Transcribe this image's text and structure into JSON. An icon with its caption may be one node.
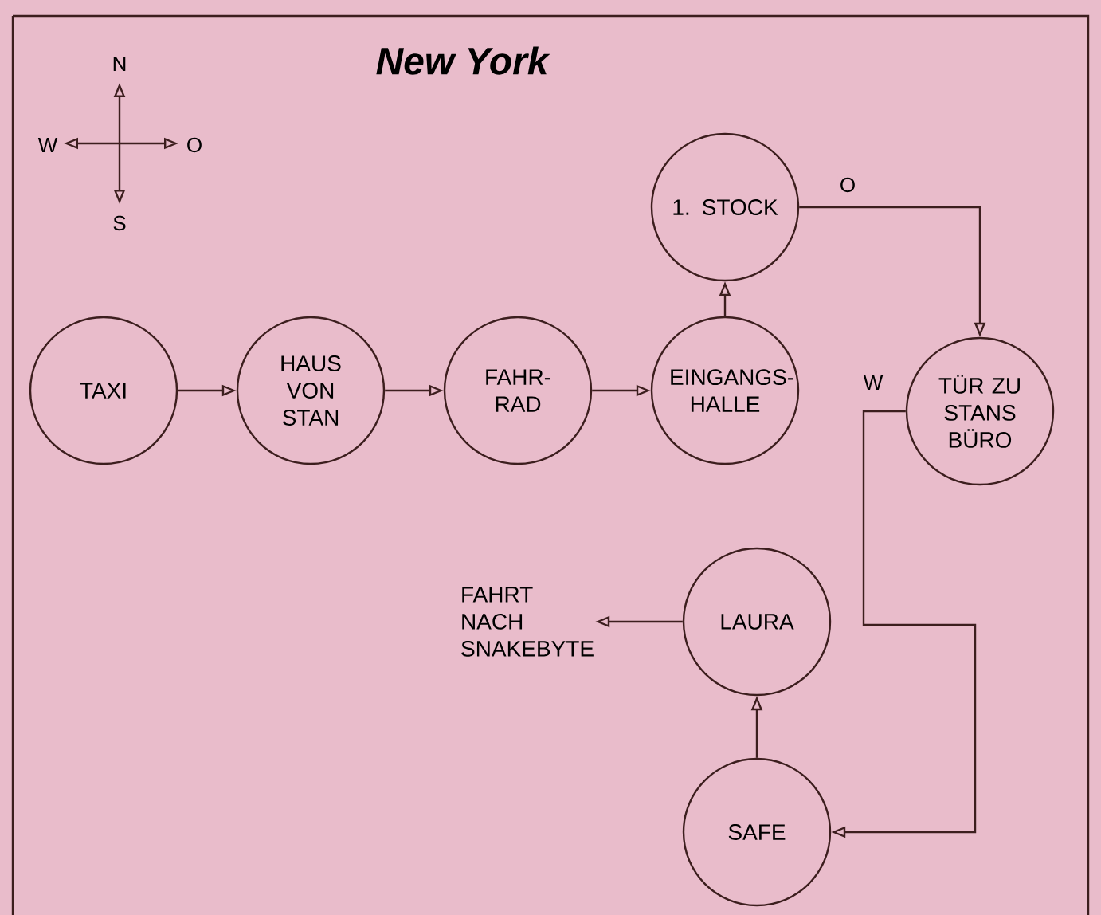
{
  "diagram": {
    "title": "New York",
    "nodes": [
      {
        "text": [
          "TAXI"
        ]
      },
      {
        "text": [
          "HAUS VON STAN"
        ]
      },
      {
        "text": [
          "FAHR- RAD"
        ]
      },
      {
        "text": [
          "EINGANGS- HALLE"
        ]
      },
      {
        "text": [
          "1. STOCK"
        ]
      },
      {
        "text": [
          "TÜR ZU STANS BÜRO"
        ]
      },
      {
        "text": [
          "LAURA"
        ]
      },
      {
        "text": [
          "SAFE"
        ]
      },
      {
        "text": [
          "FAHRT NACH SNAKEBYTE"
        ]
      }
    ],
    "edges": [
      {
        "from": 0,
        "to": 1,
        "arrow": "to"
      },
      {
        "from": 1,
        "to": 2,
        "arrow": "to"
      },
      {
        "from": 2,
        "to": 3,
        "arrow": "to"
      },
      {
        "from": 3,
        "to": 4,
        "arrow": "to"
      },
      {
        "from": 4,
        "to": 5,
        "arrow": "to",
        "label": "O"
      },
      {
        "from": 5,
        "to": 7,
        "arrow": "to",
        "label": "W"
      },
      {
        "from": 7,
        "to": 6,
        "arrow": "to"
      },
      {
        "from": 6,
        "to": 8,
        "arrow": "to"
      }
    ],
    "labels": [
      "N",
      "W",
      "O",
      "S"
    ]
  }
}
